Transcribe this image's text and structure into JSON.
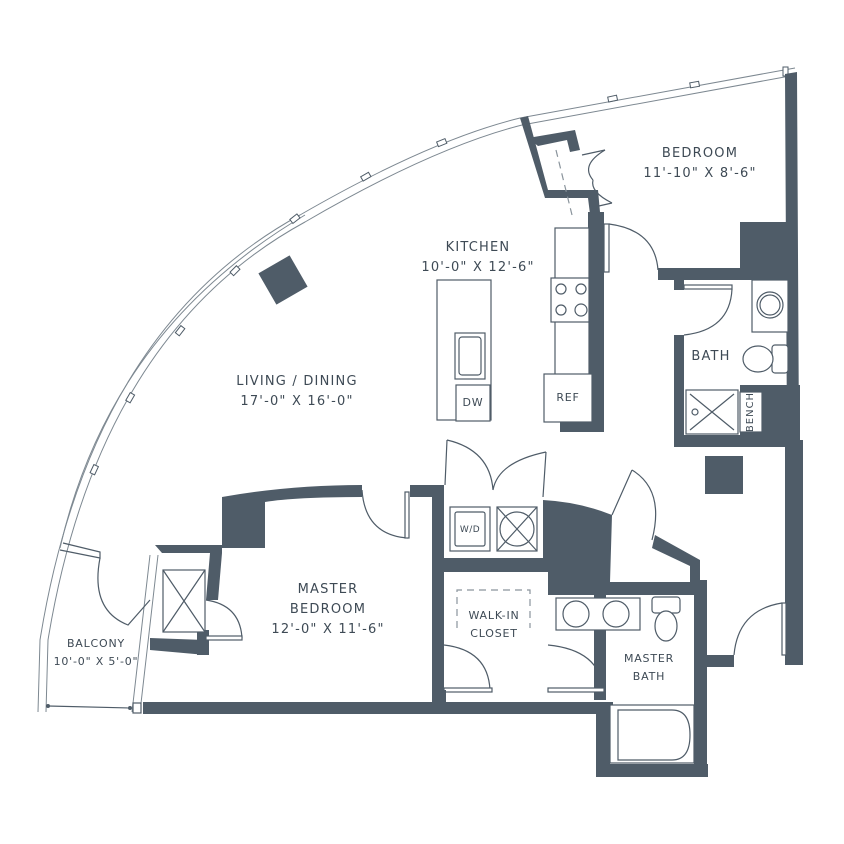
{
  "plan": {
    "wall_color": "#4f5c68",
    "background": "#ffffff",
    "rooms": [
      {
        "id": "bedroom",
        "name": "BEDROOM",
        "size": "11'-10\" X 8'-6\""
      },
      {
        "id": "kitchen",
        "name": "KITCHEN",
        "size": "10'-0\" X 12'-6\""
      },
      {
        "id": "living",
        "name": "LIVING / DINING",
        "size": "17'-0\" X 16'-0\""
      },
      {
        "id": "bath",
        "name": "BATH"
      },
      {
        "id": "master_bedroom",
        "name_line1": "MASTER",
        "name_line2": "BEDROOM",
        "size": "12'-0\" X 11'-6\""
      },
      {
        "id": "walk_in_closet",
        "name_line1": "WALK-IN",
        "name_line2": "CLOSET"
      },
      {
        "id": "master_bath",
        "name_line1": "MASTER",
        "name_line2": "BATH"
      },
      {
        "id": "balcony",
        "name": "BALCONY",
        "size": "10'-0\" X 5'-0\""
      }
    ],
    "fixtures": {
      "dishwasher": "DW",
      "refrigerator": "REF",
      "washer_dryer": "W/D",
      "bench": "BENCH"
    }
  }
}
